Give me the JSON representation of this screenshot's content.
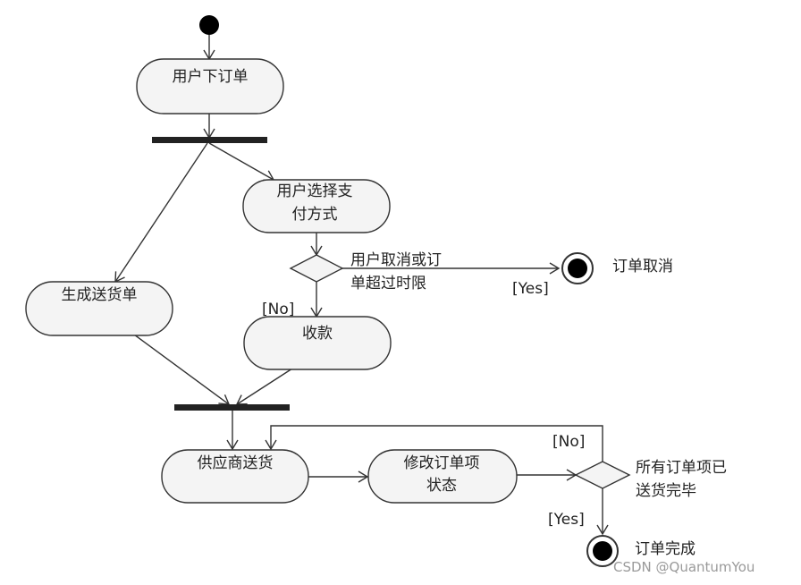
{
  "nodes": {
    "place_order": "用户下订单",
    "choose_payment_line1": "用户选择支",
    "choose_payment_line2": "付方式",
    "generate_delivery": "生成送货单",
    "collect_payment": "收款",
    "supplier_delivery": "供应商送货",
    "update_items_line1": "修改订单项",
    "update_items_line2": "状态"
  },
  "decisions": {
    "cancel_line1": "用户取消或订",
    "cancel_line2": "单超过时限",
    "all_delivered_line1": "所有订单项已",
    "all_delivered_line2": "送货完毕"
  },
  "guards": {
    "yes_cancel": "[Yes]",
    "no_cancel": "[No]",
    "no_delivered": "[No]",
    "yes_delivered": "[Yes]"
  },
  "finals": {
    "cancelled": "订单取消",
    "completed": "订单完成"
  },
  "watermark": "CSDN @QuantumYou"
}
